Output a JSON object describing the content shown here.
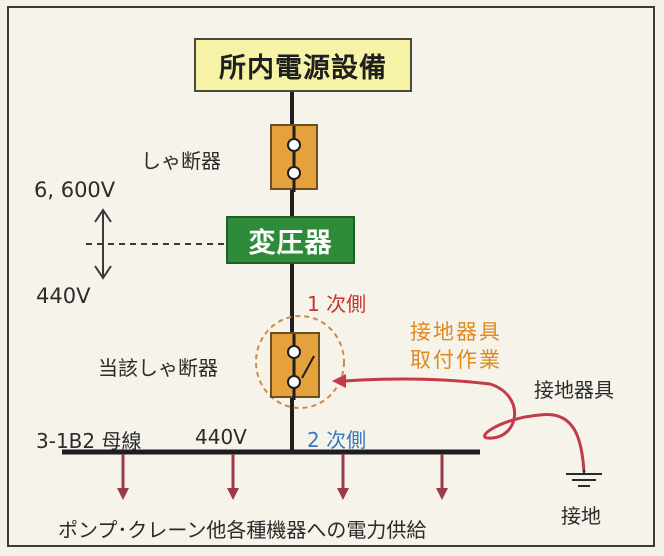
{
  "labels": {
    "power_source": "所内電源設備",
    "breaker": "しゃ断器",
    "voltage_high": "6, 600V",
    "transformer": "変圧器",
    "voltage_low": "440V",
    "primary_side": "1 次側",
    "grounding_work_line1": "接地器具",
    "grounding_work_line2": "取付作業",
    "target_breaker": "当該しゃ断器",
    "grounding_device": "接地器具",
    "bus_label": "3-1B2 母線",
    "bus_voltage": "440V",
    "secondary_side": "2 次側",
    "ground": "接地",
    "supply_note": "ポンプ･クレーン他各種機器への電力供給"
  },
  "colors": {
    "primary_side": "#c8352b",
    "grounding_work": "#e08a1e",
    "secondary_side": "#3a78c2",
    "ground_cable": "#c43a4a",
    "arrows": "#9a3a4a"
  }
}
